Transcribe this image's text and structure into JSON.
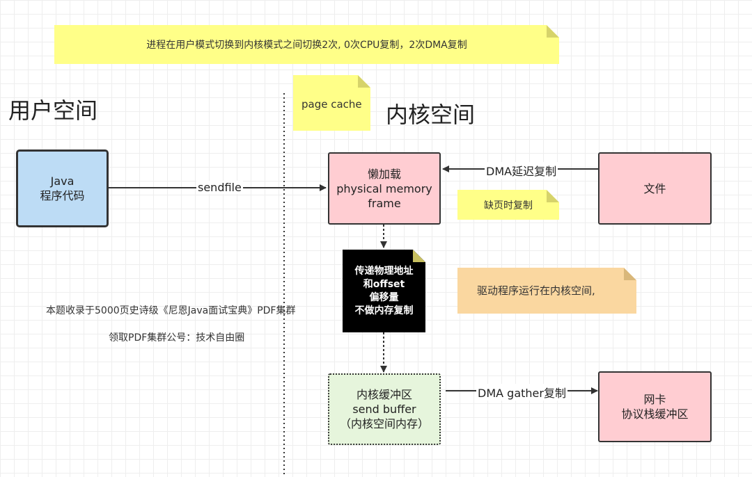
{
  "notes": {
    "top": "进程在用户模式切换到内核模式之间切换2次, 0次CPU复制，2次DMA复制",
    "page_cache": "page cache",
    "page_fault": "缺页时复制",
    "driver": "驱动程序运行在内核空间,"
  },
  "titles": {
    "user_space": "用户空间",
    "kernel_space": "内核空间"
  },
  "boxes": {
    "java": {
      "lines": [
        "Java",
        "程序代码"
      ]
    },
    "lazy_load": {
      "lines": [
        "懒加载",
        "physical memory",
        "frame"
      ]
    },
    "file": {
      "lines": [
        "文件"
      ]
    },
    "pass_address": {
      "lines": [
        "传递物理地址",
        "和offset",
        "偏移量",
        "不做内存复制"
      ]
    },
    "kernel_buffer": {
      "lines": [
        "内核缓冲区",
        "send buffer",
        "（内核空间内存）"
      ]
    },
    "nic": {
      "lines": [
        "网卡",
        "协议栈缓冲区"
      ]
    }
  },
  "edges": {
    "sendfile": "sendfile",
    "dma_lazy_copy": "DMA延迟复制",
    "dma_gather": "DMA gather复制"
  },
  "footer": {
    "line1": "本题收录于5000页史诗级《尼恩Java面试宝典》PDF集群",
    "line2": "领取PDF集群公号：技术自由圈"
  },
  "colors": {
    "note_yellow": "#ffff88",
    "note_orange": "#fad7a0",
    "box_blue": "#bddcf5",
    "box_pink": "#ffcdd2",
    "box_green": "#e6f5dc",
    "box_black": "#000000"
  }
}
